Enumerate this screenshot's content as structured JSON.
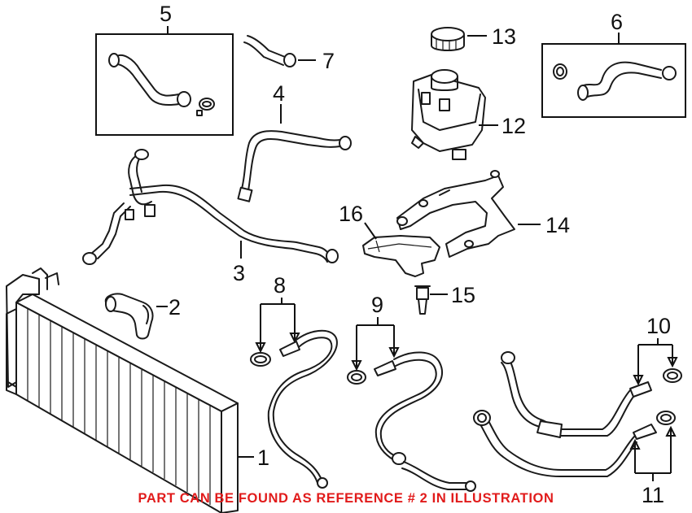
{
  "callouts": {
    "c1": "1",
    "c2": "2",
    "c3": "3",
    "c4": "4",
    "c5": "5",
    "c6": "6",
    "c7": "7",
    "c8": "8",
    "c9": "9",
    "c10": "10",
    "c11": "11",
    "c12": "12",
    "c13": "13",
    "c14": "14",
    "c15": "15",
    "c16": "16"
  },
  "footer": {
    "note": "PART CAN BE FOUND AS REFERENCE # 2 IN ILLUSTRATION"
  },
  "colors": {
    "line": "#1a1a1a",
    "note": "#e11b1b",
    "background": "#ffffff"
  },
  "parts": [
    {
      "ref": "1",
      "name": "radiator"
    },
    {
      "ref": "2",
      "name": "short-coolant-hose"
    },
    {
      "ref": "3",
      "name": "coolant-pipe-assembly"
    },
    {
      "ref": "4",
      "name": "upper-hose"
    },
    {
      "ref": "5",
      "name": "hose-with-clamp-kit"
    },
    {
      "ref": "6",
      "name": "hose-with-clamp-kit"
    },
    {
      "ref": "7",
      "name": "small-hose"
    },
    {
      "ref": "8",
      "name": "hose-line-with-clamp"
    },
    {
      "ref": "9",
      "name": "hose-line-with-clamp"
    },
    {
      "ref": "10",
      "name": "hose-line-with-clamp"
    },
    {
      "ref": "11",
      "name": "hose-line-with-clamp"
    },
    {
      "ref": "12",
      "name": "expansion-tank"
    },
    {
      "ref": "13",
      "name": "expansion-tank-cap"
    },
    {
      "ref": "14",
      "name": "mounting-bracket"
    },
    {
      "ref": "15",
      "name": "sensor"
    },
    {
      "ref": "16",
      "name": "heat-shield"
    }
  ]
}
